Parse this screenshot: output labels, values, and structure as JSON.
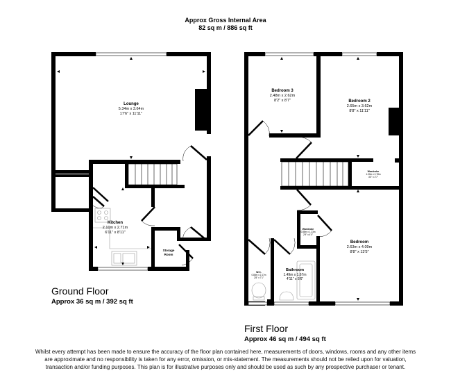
{
  "header": {
    "title": "Approx Gross Internal Area",
    "total_area": "82 sq m / 886 sq ft"
  },
  "ground_floor": {
    "title": "Ground Floor",
    "area": "Approx 36 sq m / 392 sq ft",
    "rooms": [
      {
        "name": "Lounge",
        "metric": "5.34m x 3.64m",
        "imperial": "17'6\" x 11'11\""
      },
      {
        "name": "Kitchen",
        "metric": "2.10m x 2.71m",
        "imperial": "6'11\" x 8'11\""
      },
      {
        "name": "Storage Room",
        "line1": "Storage",
        "line2": "Room"
      }
    ]
  },
  "first_floor": {
    "title": "First Floor",
    "area": "Approx 46 sq m / 494 sq ft",
    "rooms": [
      {
        "name": "Bedroom 3",
        "metric": "2.48m x 2.62m",
        "imperial": "8'2\" x 8'7\""
      },
      {
        "name": "Bedroom 2",
        "metric": "2.65m x 3.62m",
        "imperial": "8'8\" x 11'11\""
      },
      {
        "name": "Wardrobe",
        "metric": "1.00m x 0.78m",
        "imperial": "3'3\" x 2'7\""
      },
      {
        "name": "Wardrobe",
        "metric": "0.85m x 1.23m",
        "imperial": "2'9\" x 4'0\""
      },
      {
        "name": "Bedroom",
        "metric": "2.63m x 4.09m",
        "imperial": "8'8\" x 13'5\""
      },
      {
        "name": "W.C.",
        "metric": "0.80m x 2.17m",
        "imperial": "2'8\" x 7'1\""
      },
      {
        "name": "Bathroom",
        "metric": "1.49m x 1.67m",
        "imperial": "4'11\" x 5'6\""
      }
    ]
  },
  "disclaimer": "Whilst every attempt has been made to ensure the accuracy of the floor plan contained here, measurements of doors, windows, rooms and any other items are approximate and no responsibility is taken for any error, omission, or mis-statement. The measurements should not be relied upon for valuation, transaction and/or funding purposes. This plan is for illustrative purposes only and should be used as such by any prospective purchaser or tenant.",
  "colors": {
    "wall": "#000000",
    "background": "#ffffff",
    "fixture": "#9a9a9a"
  }
}
